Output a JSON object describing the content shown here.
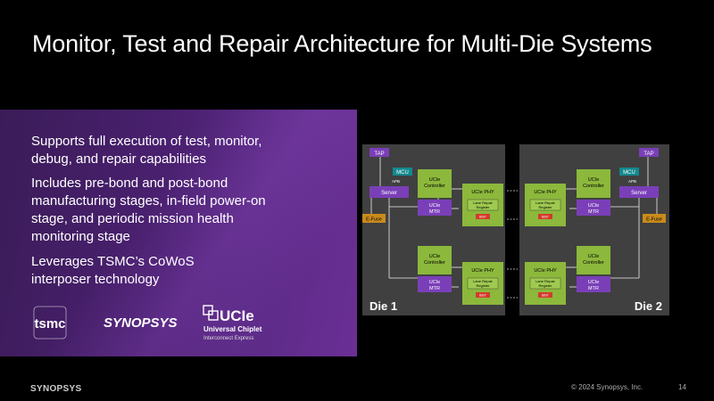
{
  "slide": {
    "title": "Monitor, Test and Repair Architecture for Multi-Die Systems",
    "bullets": [
      {
        "lines": [
          "Supports full execution of test, monitor,",
          "debug, and repair capabilities"
        ]
      },
      {
        "lines": [
          "Includes pre-bond and post-bond",
          "manufacturing stages, in-field power-on",
          "stage, and periodic mission health",
          "monitoring stage"
        ]
      },
      {
        "lines": [
          "Leverages TSMC’s CoWoS",
          "interposer technology"
        ]
      }
    ],
    "logos": {
      "tsmc": "tsmc",
      "synopsys": "SYNOPSYS",
      "ucie_main": "UCIe",
      "ucie_sub1": "Universal Chiplet",
      "ucie_sub2": "Interconnect Express"
    }
  },
  "diagram": {
    "die1_label": "Die 1",
    "die2_label": "Die 2",
    "tap": "TAP",
    "mcu": "MCU",
    "apb": "APB",
    "server": "Server",
    "efuse": "E-Fuse",
    "ucie": "UCIe",
    "controller": "Controller",
    "mtr": "MTR",
    "ucie_phy": "UCIe PHY",
    "lane_repair_1": "Lane Repair",
    "lane_repair_2": "Register",
    "bist": "BIST"
  },
  "footer": {
    "brand": "SYNOPSYS",
    "copyright": "© 2024 Synopsys, Inc.",
    "page": "14"
  },
  "colors": {
    "accent_purple": "#7a3fb8",
    "green": "#8cb83c",
    "teal": "#12898f",
    "orange": "#c98b1c",
    "red": "#d33a2c",
    "die_bg": "#404040"
  }
}
